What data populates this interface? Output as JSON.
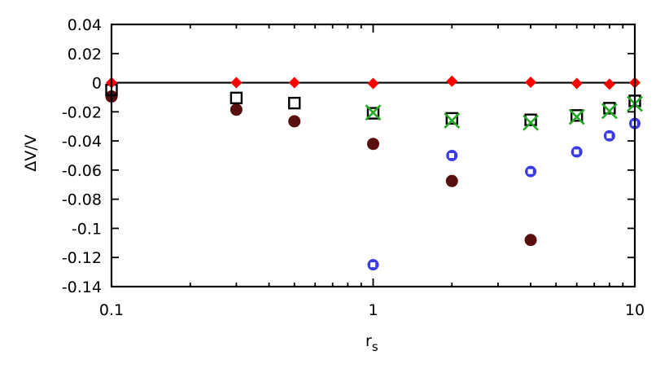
{
  "chart_data": {
    "type": "scatter",
    "title": "",
    "xlabel": "r",
    "xlabel_sub": "s",
    "ylabel": "ΔV/V",
    "xscale": "log",
    "xlim": [
      0.1,
      10
    ],
    "ylim": [
      -0.14,
      0.04
    ],
    "grid": false,
    "legend": "none",
    "x_ticks": [
      {
        "value": 0.1,
        "label": "0.1"
      },
      {
        "value": 1,
        "label": "1"
      },
      {
        "value": 10,
        "label": "10"
      }
    ],
    "y_ticks": [
      {
        "value": 0.04,
        "label": "0.04"
      },
      {
        "value": 0.02,
        "label": "0.02"
      },
      {
        "value": 0,
        "label": "0"
      },
      {
        "value": -0.02,
        "label": "-0.02"
      },
      {
        "value": -0.04,
        "label": "-0.04"
      },
      {
        "value": -0.06,
        "label": "-0.06"
      },
      {
        "value": -0.08,
        "label": "-0.08"
      },
      {
        "value": -0.1,
        "label": "-0.1"
      },
      {
        "value": -0.12,
        "label": "-0.12"
      },
      {
        "value": -0.14,
        "label": "-0.14"
      }
    ],
    "zero_line": 0,
    "series": [
      {
        "marker": "diamond",
        "color": "#ff0000",
        "x": [
          0.1,
          0.3,
          0.5,
          1,
          2,
          4,
          6,
          8,
          10
        ],
        "y": [
          0.0,
          0.0,
          0.0,
          -0.0005,
          0.001,
          0.0003,
          -0.0005,
          -0.001,
          0.0
        ]
      },
      {
        "marker": "circle",
        "color": "#5a0f0f",
        "x": [
          0.1,
          0.3,
          0.5,
          1,
          2,
          4
        ],
        "y": [
          -0.0095,
          -0.0185,
          -0.0265,
          -0.042,
          -0.0675,
          -0.108
        ]
      },
      {
        "marker": "open-square",
        "color": "#000000",
        "x": [
          0.1,
          0.3,
          0.5,
          1,
          2,
          4,
          6,
          8,
          10
        ],
        "y": [
          -0.005,
          -0.0105,
          -0.014,
          -0.021,
          -0.0245,
          -0.0255,
          -0.0225,
          -0.0175,
          -0.0125
        ]
      },
      {
        "marker": "open-circle",
        "color": "#3a3ae6",
        "x": [
          1,
          2,
          4,
          6,
          8,
          10
        ],
        "y": [
          -0.125,
          -0.05,
          -0.061,
          -0.0475,
          -0.0365,
          -0.028
        ]
      },
      {
        "marker": "cross",
        "color": "#22aa22",
        "x": [
          1,
          2,
          4,
          6,
          8,
          10
        ],
        "y": [
          -0.0205,
          -0.026,
          -0.0275,
          -0.0235,
          -0.0195,
          -0.0145
        ]
      }
    ]
  }
}
